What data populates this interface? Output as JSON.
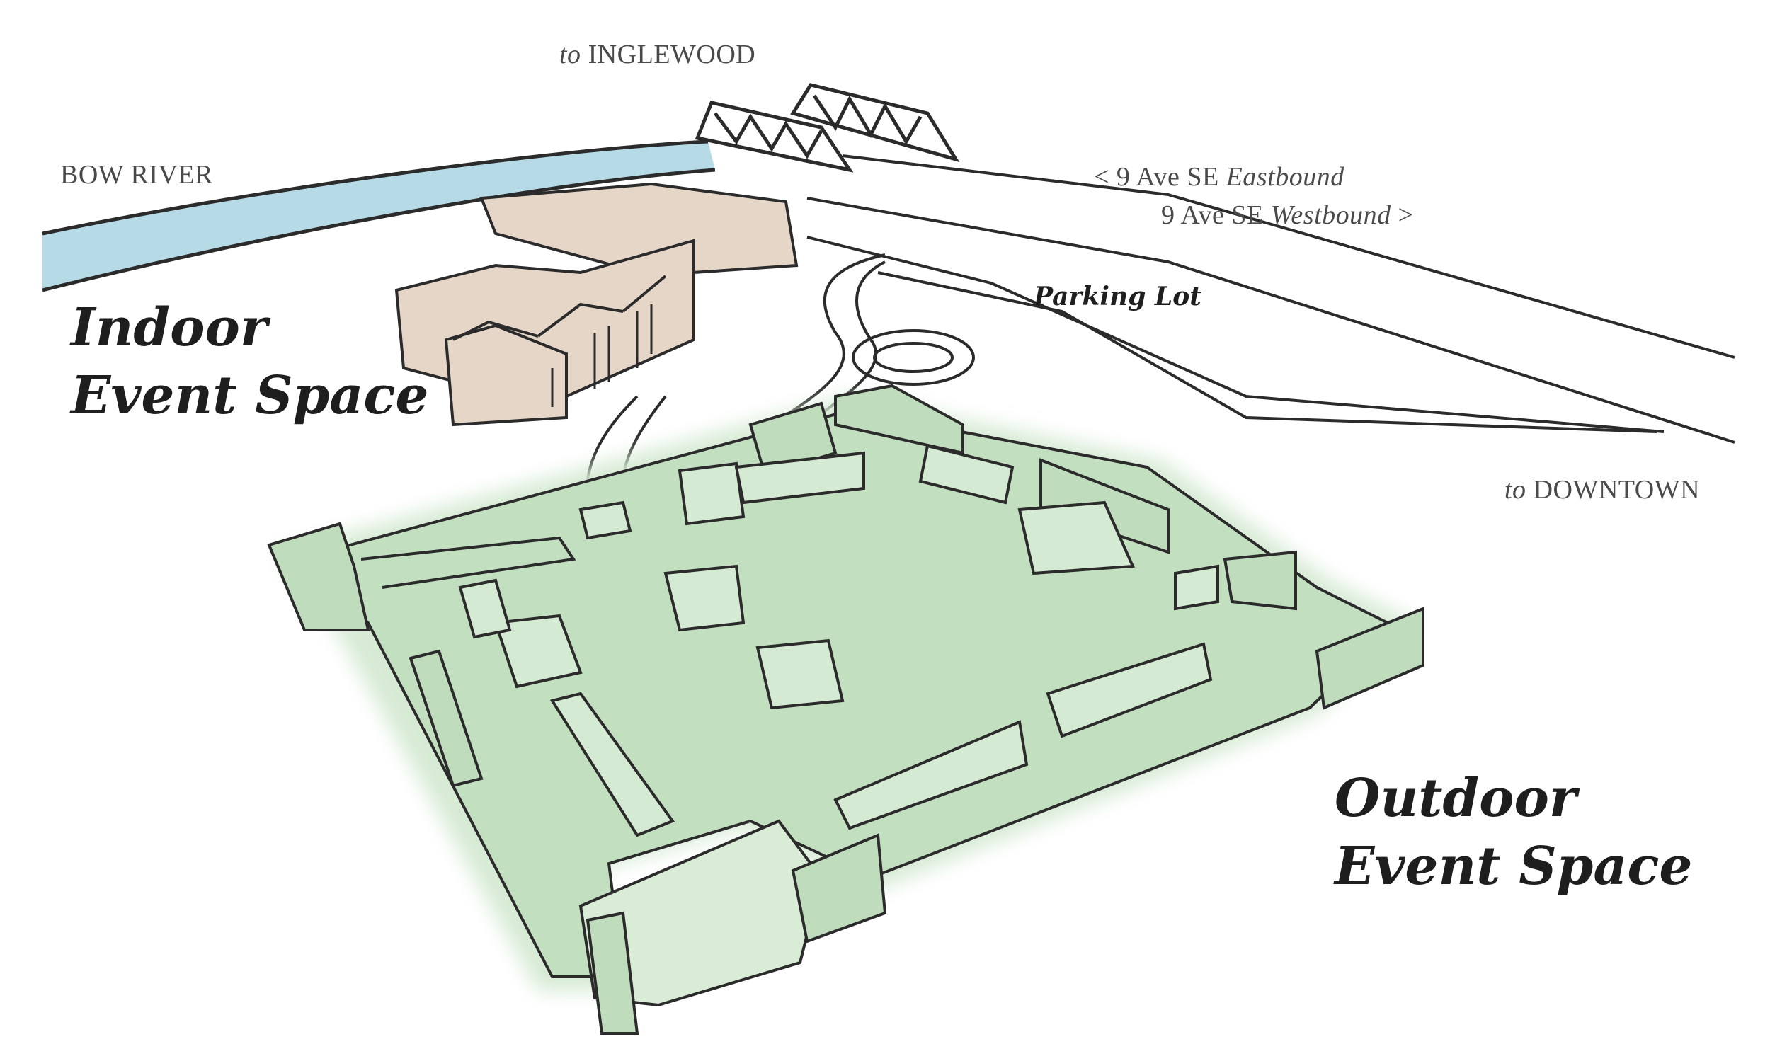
{
  "map": {
    "labels": {
      "to_inglewood": {
        "prefix": "to",
        "name": "INGLEWOOD"
      },
      "bow_river": "BOW RIVER",
      "eastbound": {
        "name": "< 9 Ave SE",
        "direction": "Eastbound"
      },
      "westbound": {
        "name": "9 Ave SE",
        "direction": "Westbound",
        "suffix": ">"
      },
      "parking_lot": "Parking Lot",
      "to_downtown": {
        "prefix": "to",
        "name": "DOWNTOWN"
      },
      "indoor": {
        "line1": "Indoor",
        "line2": "Event Space"
      },
      "outdoor": {
        "line1": "Outdoor",
        "line2": "Event Space"
      }
    },
    "colors": {
      "river": "#a9d5e3",
      "building": "#e6d6c8",
      "outdoor_field": "#c2dfc0",
      "outdoor_glow": "#d6ead4",
      "stroke": "#2b2b2b",
      "label_gray": "#4a4a4a",
      "label_dark": "#1e1e1e"
    }
  }
}
